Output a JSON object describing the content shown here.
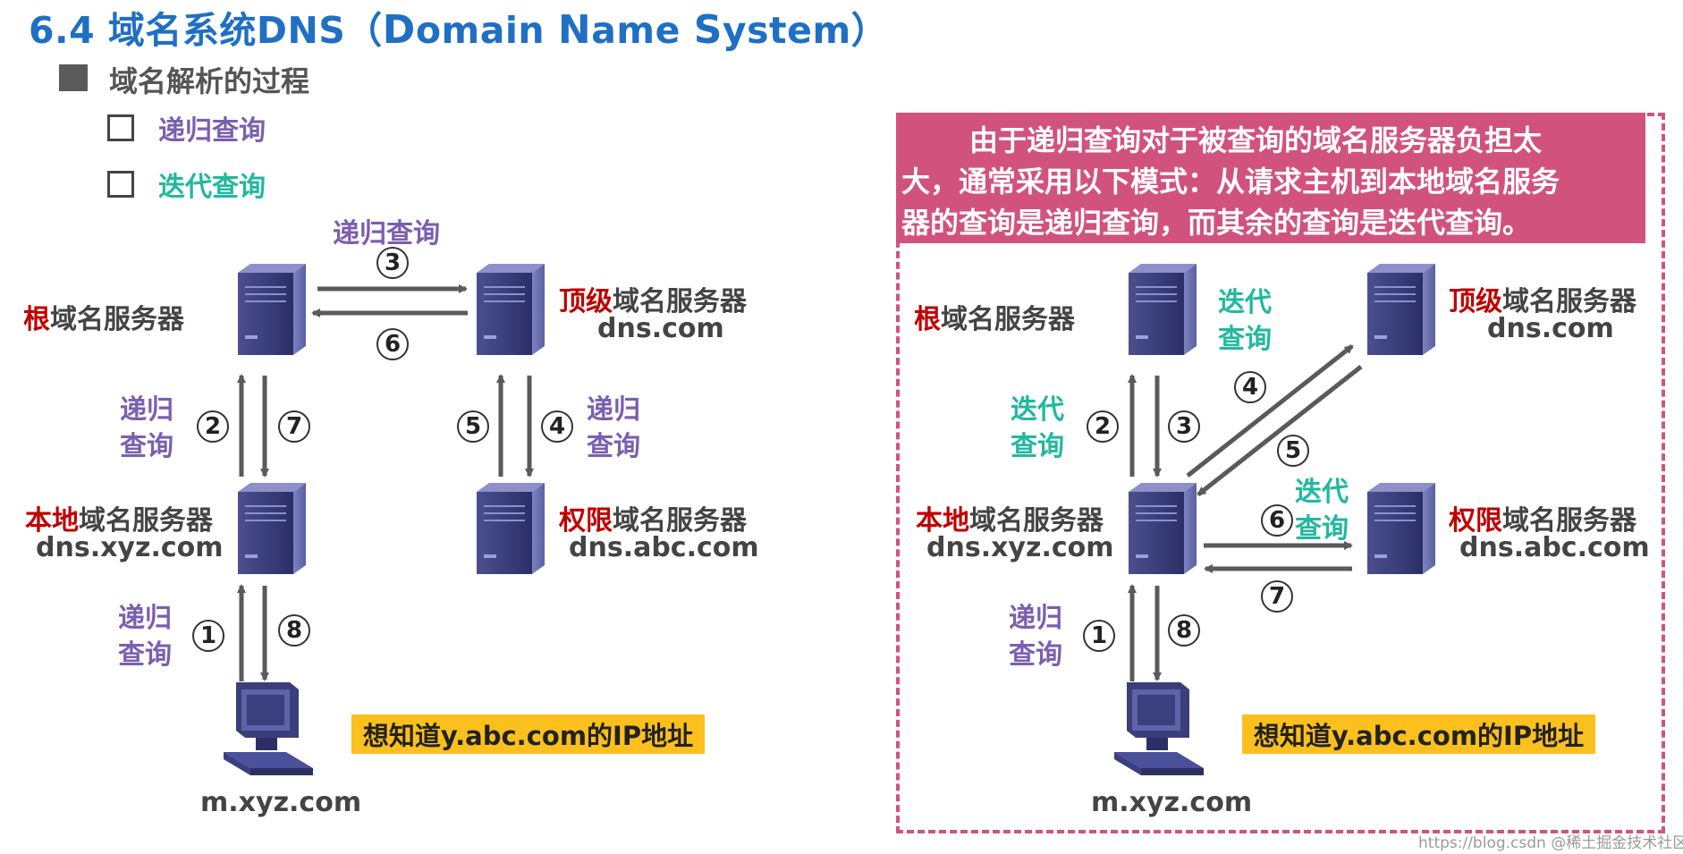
{
  "title": {
    "prefix": "6.4 域名系统DNS（",
    "d": "D",
    "omain": "omain ",
    "n": "N",
    "ame": "ame ",
    "s": "S",
    "ystem": "ystem）"
  },
  "subtitle": "域名解析的过程",
  "options": [
    {
      "label": "递归查询",
      "color": "#7a5fb0"
    },
    {
      "label": "迭代查询",
      "color": "#22b8a0"
    }
  ],
  "note": {
    "line1": "由于递归查询对于被查询的域名服务器负担太",
    "line2": "大，通常采用以下模式：从请求主机到本地域名服务",
    "line3": "器的查询是递归查询，而其余的查询是迭代查询。"
  },
  "servers": {
    "root": {
      "hl": "根",
      "rest": "域名服务器"
    },
    "tld": {
      "hl": "顶级",
      "rest": "域名服务器",
      "host": "dns.com"
    },
    "local": {
      "hl": "本地",
      "rest": "域名服务器",
      "host": "dns.xyz.com"
    },
    "auth": {
      "hl": "权限",
      "rest": "域名服务器",
      "host": "dns.abc.com"
    },
    "client": {
      "host": "m.xyz.com"
    }
  },
  "query": "想知道y.abc.com的IP地址",
  "labels": {
    "recursive_h": "递归查询",
    "v1a": "递归",
    "v1b": "查询",
    "i1a": "迭代",
    "i1b": "查询",
    "i6": "迭代",
    "i6b": "查询"
  },
  "steps": [
    "1",
    "2",
    "3",
    "4",
    "5",
    "6",
    "7",
    "8"
  ],
  "watermark": "https://blog.csdn @稀土掘金技术社区",
  "colors": {
    "recursive": "#7a5fb0",
    "iterative": "#22b8a0",
    "highlight": "#c00000",
    "note_bg": "#d2527e",
    "title": "#1f6fc4",
    "query_bg": "#fbc01d"
  }
}
